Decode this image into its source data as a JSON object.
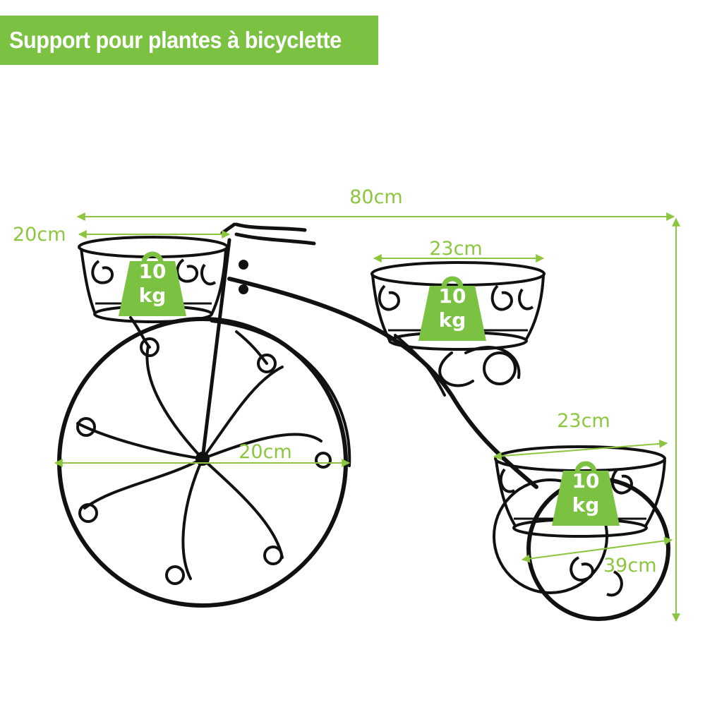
{
  "header": {
    "title": "Support pour plantes à bicyclette"
  },
  "dimensions": {
    "total_width": "80cm",
    "front_basket_width": "20cm",
    "middle_basket_width": "23cm",
    "rear_basket_width": "23cm",
    "front_wheel_diameter": "20cm",
    "rear_axle_width": "39cm"
  },
  "weights": {
    "front_basket": {
      "value": "10",
      "unit": "kg"
    },
    "middle_basket": {
      "value": "10",
      "unit": "kg"
    },
    "rear_basket": {
      "value": "10",
      "unit": "kg"
    }
  },
  "colors": {
    "accent": "#8cc63f",
    "banner": "#7cc242",
    "metal": "#111111"
  }
}
